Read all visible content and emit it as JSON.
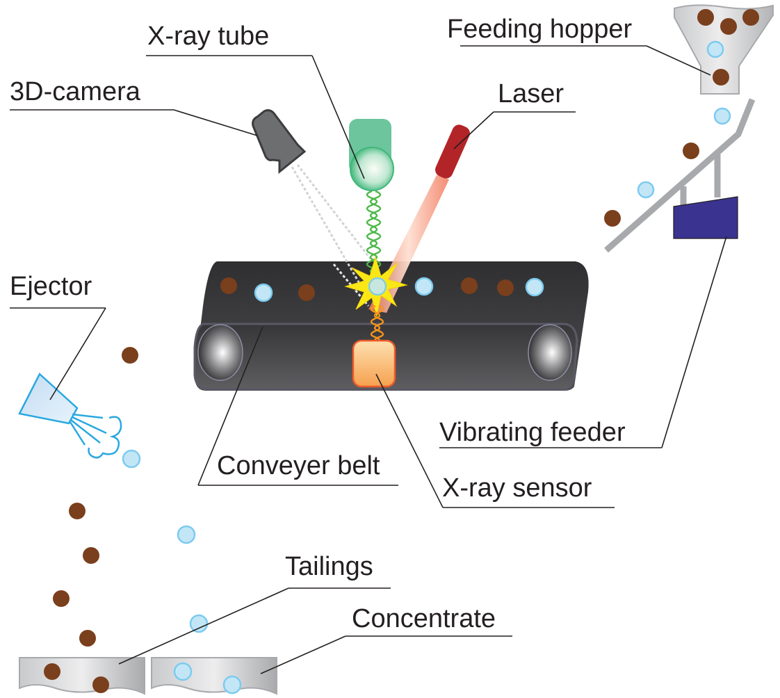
{
  "title": "X-ray / laser / 3D-camera ore sorting scheme",
  "labels": {
    "feeding_hopper": "Feeding hopper",
    "xray_tube": "X-ray tube",
    "camera": "3D-camera",
    "laser": "Laser",
    "ejector": "Ejector",
    "vibrating_feeder": "Vibrating feeder",
    "conveyer_belt": "Conveyer belt",
    "xray_sensor": "X-ray sensor",
    "tailings": "Tailings",
    "concentrate": "Concentrate"
  },
  "colors": {
    "ore_particle": "#7a3f1c",
    "waste_particle": "#c3e6f6",
    "waste_particle_edge": "#7ccbef",
    "belt": "#3c3c3e",
    "laser_body": "#b22427",
    "xray_tube": "#6cc59c",
    "sensor": "#f9a85c",
    "feeder_motor": "#3a3390",
    "ejector": "#29a8e0",
    "chute": "#a7a9ac"
  }
}
